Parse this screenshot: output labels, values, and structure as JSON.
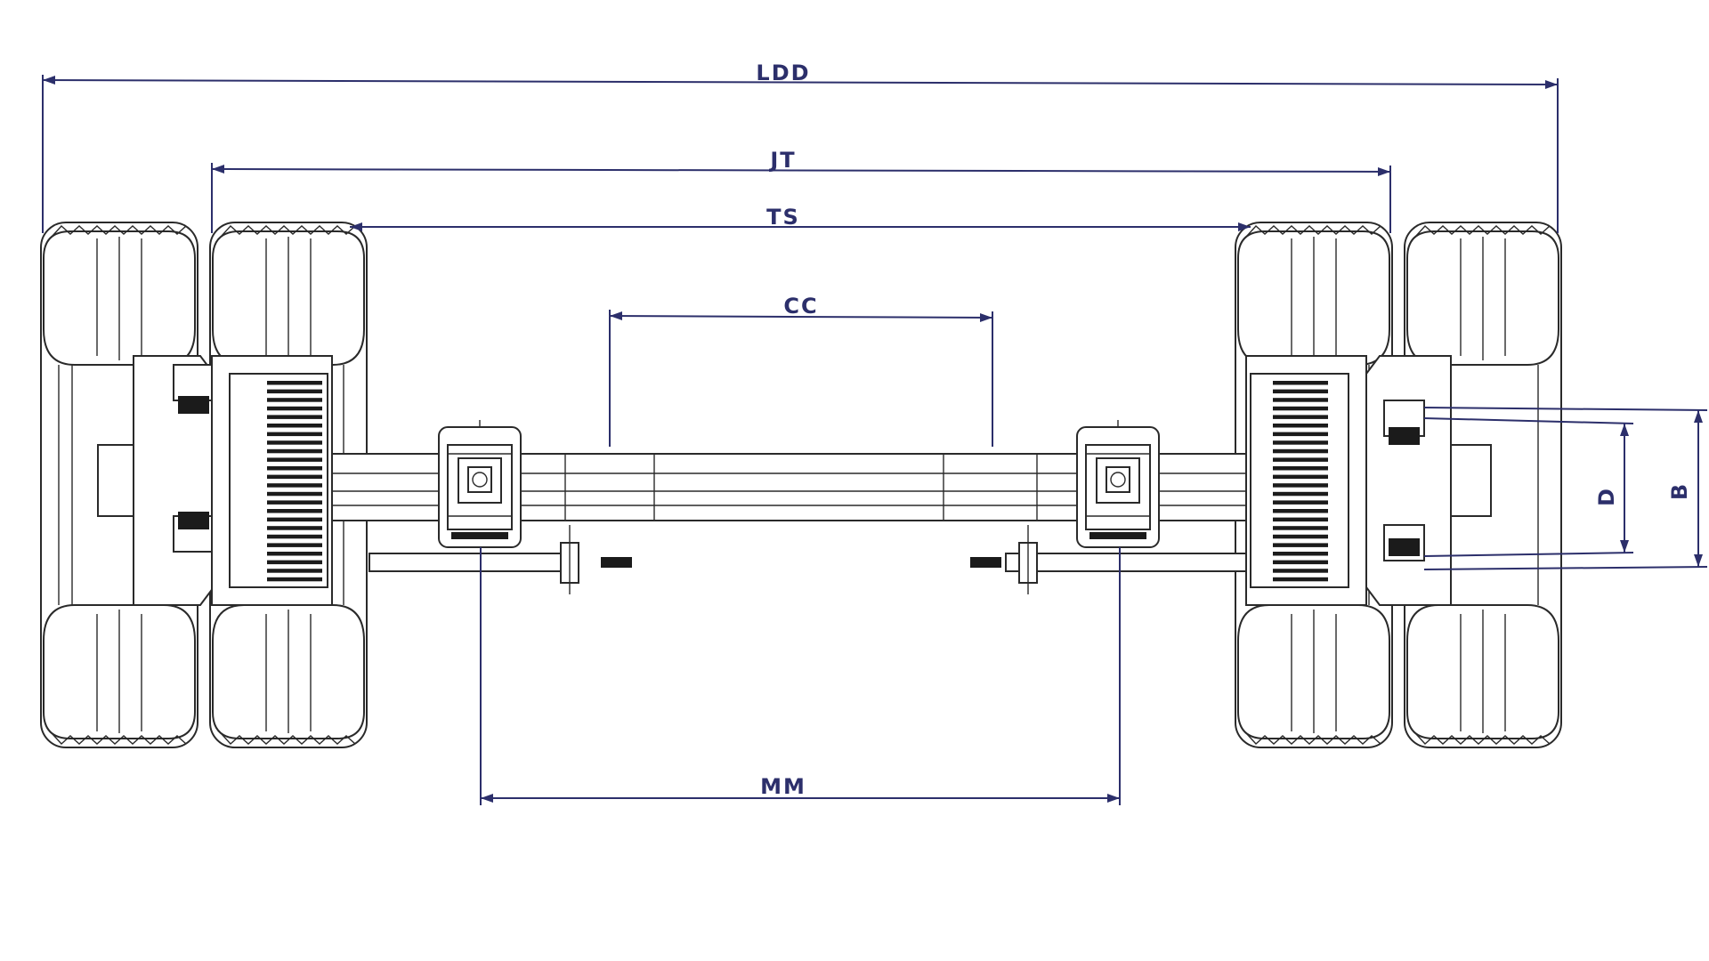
{
  "dimensions": {
    "ldd": "LDD",
    "jt": "JT",
    "ts": "TS",
    "cc": "CC",
    "mm": "MM",
    "d": "D",
    "b": "B"
  },
  "colors": {
    "line": "#2a2a2a",
    "dimension": "#2c2f6b",
    "background": "#ffffff"
  }
}
